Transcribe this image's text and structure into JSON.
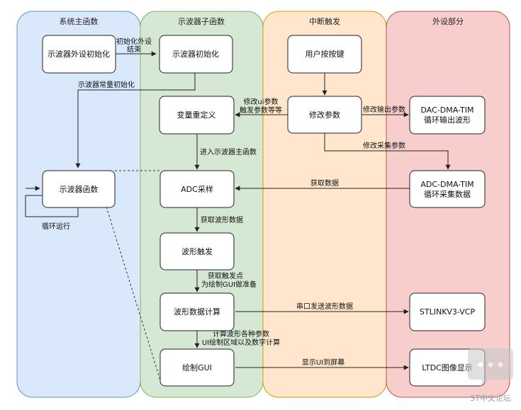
{
  "lanes": {
    "system": "系统主函数",
    "scope": "示波器子函数",
    "interrupt": "中断触发",
    "peripheral": "外设部分"
  },
  "nodes": {
    "periph_init": "示波器外设初始化",
    "scope_init": "示波器初始化",
    "user_key": "用户按按键",
    "var_def": "变量重定义",
    "modify_params": "修改参数",
    "dac_dma_1": "DAC-DMA-TIM",
    "dac_dma_2": "循环输出波形",
    "scope_func": "示波器函数",
    "adc_sample": "ADC采样",
    "adc_dma_1": "ADC-DMA-TIM",
    "adc_dma_2": "循环采集数据",
    "wave_trigger": "波形触发",
    "wave_calc": "波形数据计算",
    "stlink": "STLINKV3-VCP",
    "draw_gui": "绘制GUI",
    "ltdc": "LTDC图像显示"
  },
  "edges": {
    "init_done_1": "初始化外设",
    "init_done_2": "结束",
    "const_init": "示波器常量初始化",
    "modify_ui_1": "修改ui参数",
    "modify_ui_2": "触发参数等等",
    "modify_output": "修改输出参数",
    "enter_main": "进入示波器主函数",
    "modify_sample": "修改采集参数",
    "get_data": "获取数据",
    "loop_run": "循环运行",
    "get_wave": "获取波形数据",
    "get_trig_1": "获取触发点",
    "get_trig_2": "为绘制GUI做准备",
    "serial_send": "串口发送波形数据",
    "calc_1": "计算波形各种参数",
    "calc_2": "UI绘制区域以及数字计算",
    "show_ui": "显示UI到屏幕"
  },
  "watermark": "ST中文论坛",
  "colors": {
    "lane_system_fill": "#dae8fc",
    "lane_system_stroke": "#6c8ebf",
    "lane_scope_fill": "#d5e8d4",
    "lane_scope_stroke": "#82b366",
    "lane_interrupt_fill": "#ffe6cc",
    "lane_interrupt_stroke": "#d79b00",
    "lane_peripheral_fill": "#f8cecc",
    "lane_peripheral_stroke": "#b85450"
  }
}
